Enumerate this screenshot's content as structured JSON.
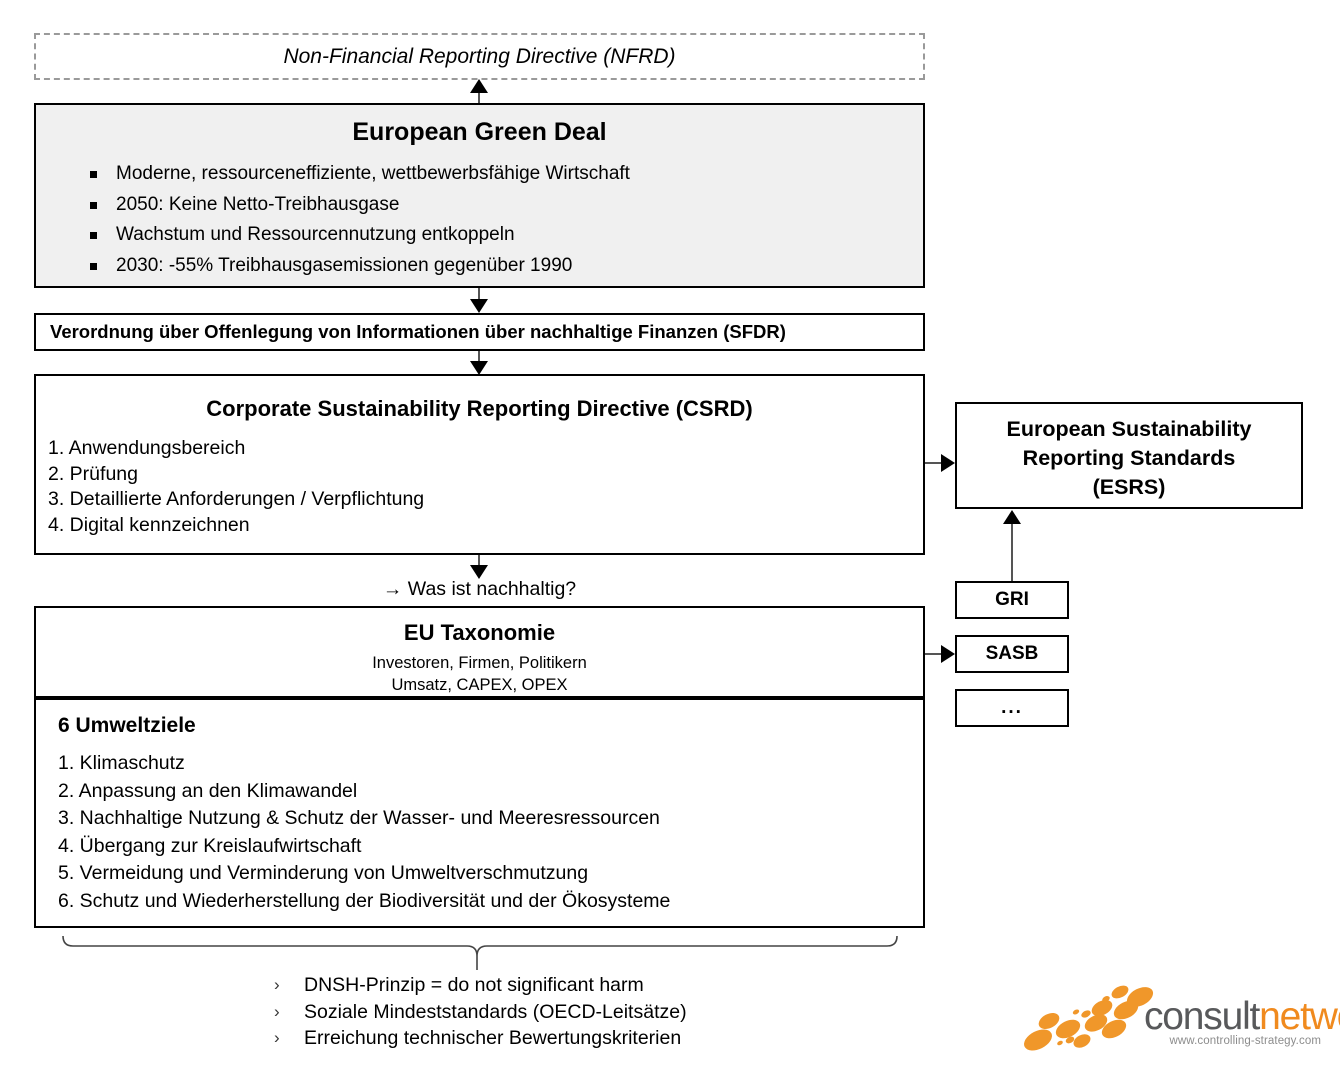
{
  "nfrd": {
    "label": "Non-Financial Reporting Directive (NFRD)"
  },
  "green_deal": {
    "title": "European Green Deal",
    "bullets": [
      "Moderne, ressourceneffiziente, wettbewerbsfähige Wirtschaft",
      "2050: Keine Netto-Treibhausgase",
      "Wachstum und Ressourcennutzung entkoppeln",
      "2030: -55% Treibhausgasemissionen gegenüber 1990"
    ]
  },
  "sfdr": {
    "label": "Verordnung über Offenlegung von Informationen über nachhaltige Finanzen (SFDR)"
  },
  "csrd": {
    "title": "Corporate Sustainability Reporting Directive (CSRD)",
    "items": [
      "1. Anwendungsbereich",
      "2. Prüfung",
      "3. Detaillierte Anforderungen / Verpflichtung",
      "4. Digital kennzeichnen"
    ]
  },
  "nachhaltig_label": "→ Was ist nachhaltig?",
  "taxonomie": {
    "title": "EU Taxonomie",
    "sub_line1": "Investoren, Firmen, Politikern",
    "sub_line2": "Umsatz, CAPEX, OPEX"
  },
  "umweltziele": {
    "heading": "6 Umweltziele",
    "items": [
      "1. Klimaschutz",
      "2. Anpassung an den Klimawandel",
      "3. Nachhaltige Nutzung & Schutz der Wasser- und Meeresressourcen",
      "4. Übergang zur Kreislaufwirtschaft",
      "5. Vermeidung und Verminderung von Umweltverschmutzung",
      "6. Schutz und Wiederherstellung der Biodiversität und der Ökosysteme"
    ]
  },
  "esrs": {
    "line1": "European Sustainability",
    "line2": "Reporting Standards",
    "line3": "(ESRS)"
  },
  "standards": {
    "gri": "GRI",
    "sasb": "SASB",
    "etc": "..."
  },
  "criteria": {
    "bullet_glyph": "›",
    "items": [
      "DNSH-Prinzip = do not significant harm",
      "Soziale Mindeststandards (OECD-Leitsätze)",
      "Erreichung technischer Bewertungskriterien"
    ]
  },
  "logo": {
    "word_first": "consult",
    "word_second": "network",
    "url": "www.controlling-strategy.com",
    "color_first": "#58595b",
    "color_second": "#f08a1e",
    "dot_color": "#f0921f"
  },
  "colors": {
    "box_border": "#000000",
    "dashed_border": "#9a9a9a",
    "green_deal_fill": "#f0f0f0",
    "connector": "#555555",
    "arrow_head": "#000000"
  }
}
